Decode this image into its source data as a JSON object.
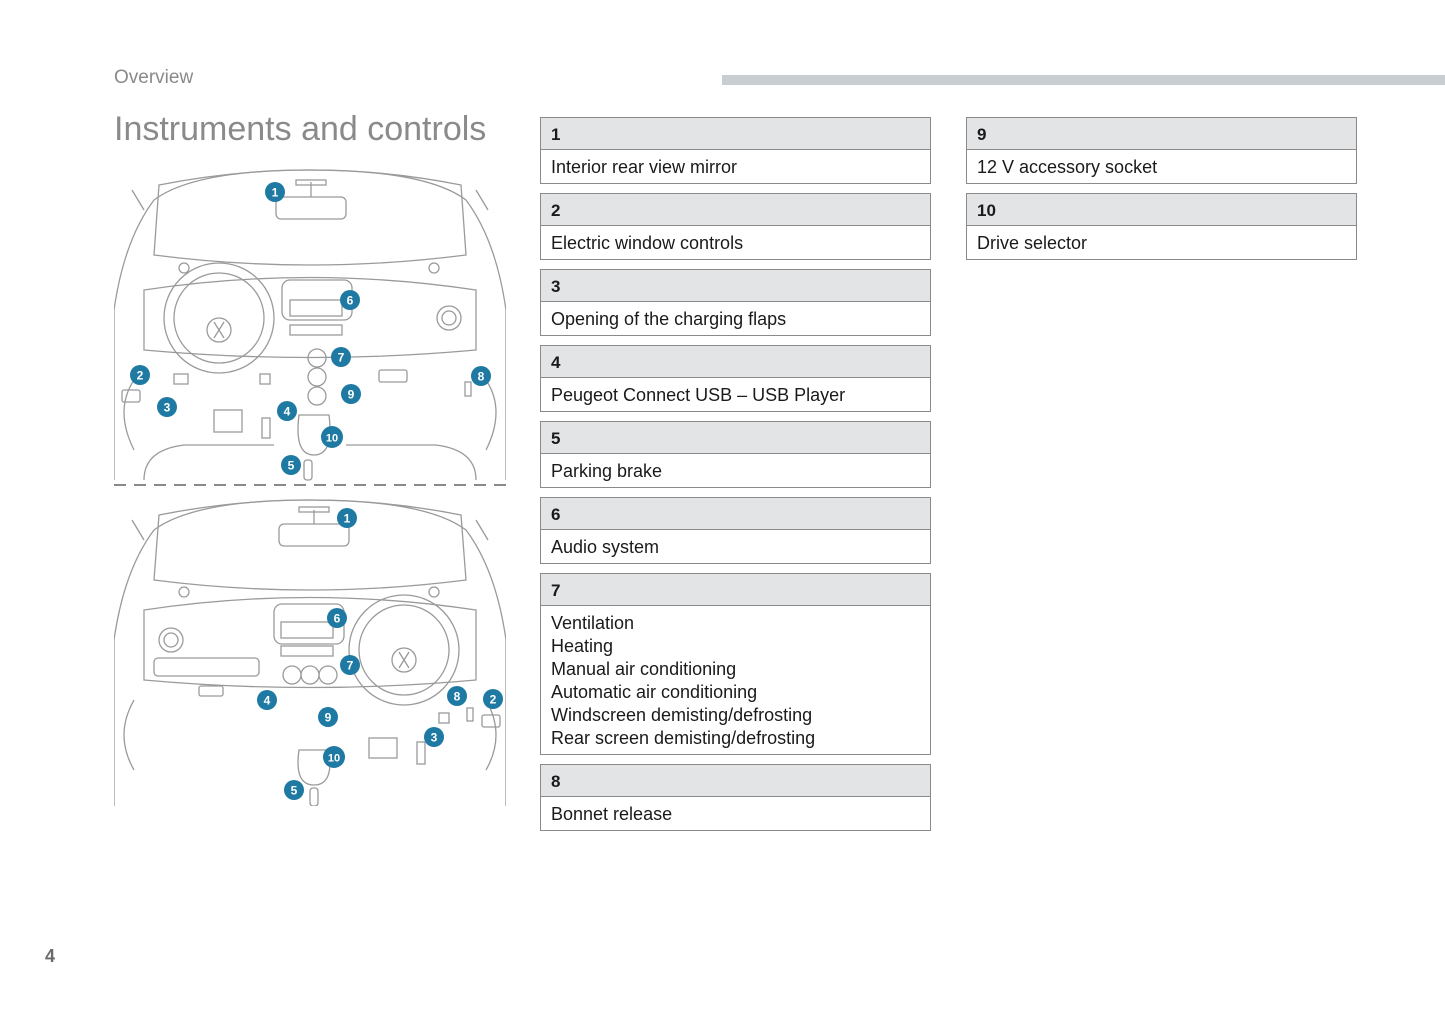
{
  "header": {
    "section": "Overview",
    "title": "Instruments and controls"
  },
  "page_number": "4",
  "callouts": [
    "1",
    "2",
    "3",
    "4",
    "5",
    "6",
    "7",
    "8",
    "9",
    "10"
  ],
  "items": [
    {
      "number": "1",
      "lines": [
        "Interior rear view mirror"
      ]
    },
    {
      "number": "2",
      "lines": [
        "Electric window controls"
      ]
    },
    {
      "number": "3",
      "lines": [
        "Opening of the charging flaps"
      ]
    },
    {
      "number": "4",
      "lines": [
        "Peugeot Connect USB – USB Player"
      ]
    },
    {
      "number": "5",
      "lines": [
        "Parking brake"
      ]
    },
    {
      "number": "6",
      "lines": [
        "Audio system"
      ]
    },
    {
      "number": "7",
      "lines": [
        "Ventilation",
        "Heating",
        "Manual air conditioning",
        "Automatic air conditioning",
        "Windscreen demisting/defrosting",
        "Rear screen demisting/defrosting"
      ]
    },
    {
      "number": "8",
      "lines": [
        "Bonnet release"
      ]
    },
    {
      "number": "9",
      "lines": [
        "12 V accessory socket"
      ]
    },
    {
      "number": "10",
      "lines": [
        "Drive selector"
      ]
    }
  ],
  "colors": {
    "callout": "#1f7aa3",
    "box_header": "#e3e4e6",
    "box_border": "#8a8a8a",
    "heading": "#8a8a8a",
    "top_bar": "#c8cdd2"
  }
}
